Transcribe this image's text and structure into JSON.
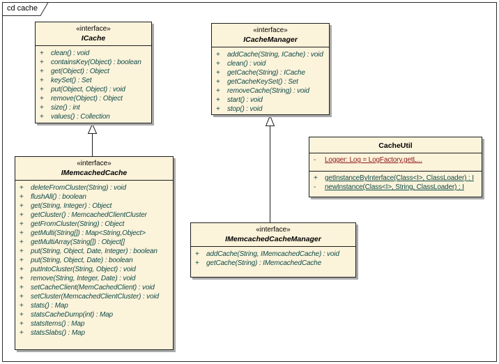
{
  "frame": {
    "label": "cd cache"
  },
  "colors": {
    "box_fill": "#FCF3DB",
    "box_border": "#1c1c1c",
    "method_text": "#0D4A45",
    "static_attribute_text": "#8B1A1A",
    "shadow": "#AAAAAA"
  },
  "classes": [
    {
      "id": "icache",
      "stereotype": "«interface»",
      "name": "ICache",
      "methods": [
        {
          "vis": "+",
          "text": "clean() : void",
          "style": ""
        },
        {
          "vis": "+",
          "text": "containsKey(Object) : boolean",
          "style": ""
        },
        {
          "vis": "+",
          "text": "get(Object) : Object",
          "style": ""
        },
        {
          "vis": "+",
          "text": "keySet() : Set",
          "style": ""
        },
        {
          "vis": "+",
          "text": "put(Object, Object) : void",
          "style": ""
        },
        {
          "vis": "+",
          "text": "remove(Object) : Object",
          "style": ""
        },
        {
          "vis": "+",
          "text": "size() : int",
          "style": ""
        },
        {
          "vis": "+",
          "text": "values() : Collection",
          "style": ""
        }
      ]
    },
    {
      "id": "icachemanager",
      "stereotype": "«interface»",
      "name": "ICacheManager",
      "methods": [
        {
          "vis": "+",
          "text": "addCache(String, ICache) : void",
          "style": ""
        },
        {
          "vis": "+",
          "text": "clean() : void",
          "style": ""
        },
        {
          "vis": "+",
          "text": "getCache(String) : ICache",
          "style": ""
        },
        {
          "vis": "+",
          "text": "getCacheKeySet() : Set",
          "style": ""
        },
        {
          "vis": "+",
          "text": "removeCache(String) : void",
          "style": ""
        },
        {
          "vis": "+",
          "text": "start() : void",
          "style": ""
        },
        {
          "vis": "+",
          "text": "stop() : void",
          "style": ""
        }
      ]
    },
    {
      "id": "imemcachedcache",
      "stereotype": "«interface»",
      "name": "IMemcachedCache",
      "methods": [
        {
          "vis": "+",
          "text": "deleteFromCluster(String) : void",
          "style": ""
        },
        {
          "vis": "+",
          "text": "flushAll() : boolean",
          "style": ""
        },
        {
          "vis": "+",
          "text": "get(String, Integer) : Object",
          "style": ""
        },
        {
          "vis": "+",
          "text": "getCluster() : MemcachedClientCluster",
          "style": ""
        },
        {
          "vis": "+",
          "text": "getFromCluster(String) : Object",
          "style": ""
        },
        {
          "vis": "+",
          "text": "getMulti(String[]) : Map<String,Object>",
          "style": ""
        },
        {
          "vis": "+",
          "text": "getMultiArray(String[]) : Object[]",
          "style": ""
        },
        {
          "vis": "+",
          "text": "put(String, Object, Date, Integer) : boolean",
          "style": ""
        },
        {
          "vis": "+",
          "text": "put(String, Object, Date) : boolean",
          "style": ""
        },
        {
          "vis": "+",
          "text": "putIntoCluster(String, Object) : void",
          "style": ""
        },
        {
          "vis": "+",
          "text": "remove(String, Integer, Date) : void",
          "style": ""
        },
        {
          "vis": "+",
          "text": "setCacheClient(MemCachedClient) : void",
          "style": ""
        },
        {
          "vis": "+",
          "text": "setCluster(MemcachedClientCluster) : void",
          "style": ""
        },
        {
          "vis": "+",
          "text": "stats() : Map",
          "style": ""
        },
        {
          "vis": "+",
          "text": "statsCacheDump(int) : Map",
          "style": ""
        },
        {
          "vis": "+",
          "text": "statsItems() : Map",
          "style": ""
        },
        {
          "vis": "+",
          "text": "statsSlabs() : Map",
          "style": ""
        }
      ]
    },
    {
      "id": "imemcachedcachemanager",
      "stereotype": "«interface»",
      "name": "IMemcachedCacheManager",
      "methods": [
        {
          "vis": "+",
          "text": "addCache(String, IMemcachedCache) : void",
          "style": ""
        },
        {
          "vis": "+",
          "text": "getCache(String) : IMemcachedCache",
          "style": ""
        }
      ]
    },
    {
      "id": "cacheutil",
      "stereotype": null,
      "name": "CacheUtil",
      "attributes": [
        {
          "vis": "-",
          "text": "Logger: Log = LogFactory.getL...",
          "style": "static-attr"
        }
      ],
      "methods": [
        {
          "vis": "+",
          "text": "getInstanceByInterface(Class<I>, ClassLoader) : I",
          "style": "static-method"
        },
        {
          "vis": "-",
          "text": "newInstance(Class<I>, String, ClassLoader) : I",
          "style": "static-method"
        }
      ]
    }
  ],
  "relationships": [
    {
      "type": "generalization",
      "from": "IMemcachedCache",
      "to": "ICache"
    },
    {
      "type": "generalization",
      "from": "IMemcachedCacheManager",
      "to": "ICacheManager"
    }
  ]
}
